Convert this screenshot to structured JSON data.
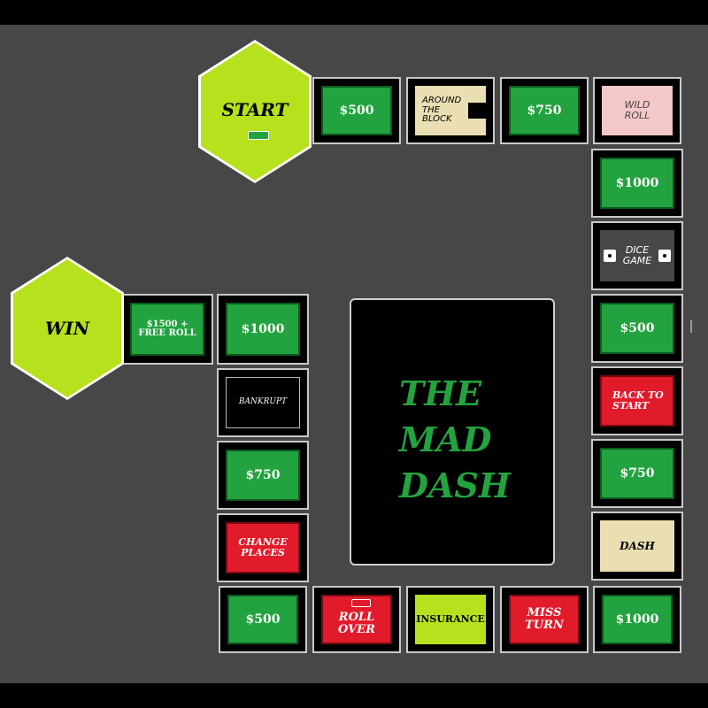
{
  "board": {
    "start_label": "START",
    "win_label": "WIN",
    "center_title": "THE\nMAD\nDASH",
    "colors": {
      "green": "#23a33f",
      "red": "#e21b2b",
      "lime": "#b6e11c",
      "cream": "#eadfb2",
      "pink": "#f4c7c9",
      "background": "#474747"
    }
  },
  "tiles": {
    "t1": "$500",
    "t2": "AROUND THE BLOCK",
    "t3": "$750",
    "t4": "WILD ROLL",
    "t5": "$1000",
    "t6": "DICE GAME",
    "t7": "$500",
    "t8": "BACK TO START",
    "t9": "$750",
    "t10": "DASH",
    "t11": "$1000",
    "t12": "MISS TURN",
    "t13": "INSURANCE",
    "t14": "ROLL OVER",
    "t15": "$500",
    "t16": "CHANGE PLACES",
    "t17": "$750",
    "t18": "BANKRUPT",
    "t19": "$1000",
    "t20": "$1500 + FREE ROLL"
  }
}
